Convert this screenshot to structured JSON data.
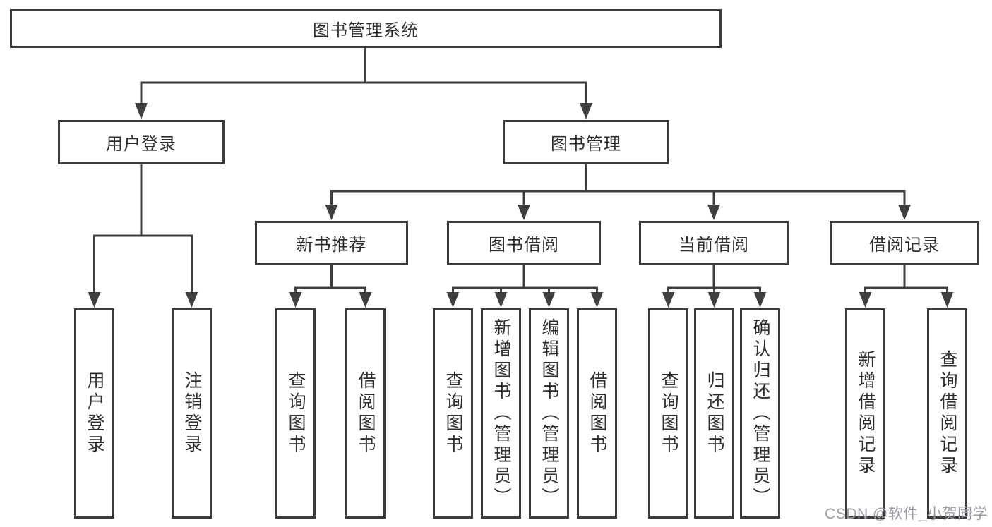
{
  "tree": {
    "root": "图书管理系统",
    "children": [
      {
        "label": "用户登录",
        "leaves": [
          "用户登录",
          "注销登录"
        ]
      },
      {
        "label": "图书管理",
        "children": [
          {
            "label": "新书推荐",
            "leaves": [
              "查询图书",
              "借阅图书"
            ]
          },
          {
            "label": "图书借阅",
            "leaves": [
              "查询图书",
              "新增图书（管理员）",
              "编辑图书（管理员）",
              "借阅图书"
            ]
          },
          {
            "label": "当前借阅",
            "leaves": [
              "查询图书",
              "归还图书",
              "确认归还（管理员）"
            ]
          },
          {
            "label": "借阅记录",
            "leaves": [
              "新增借阅记录",
              "查询借阅记录"
            ]
          }
        ]
      }
    ]
  },
  "watermark": {
    "text": "CSDN @软件_小贺同学"
  },
  "colors": {
    "box_border": "#3b3b3b",
    "connector_line": "#3f3f3f",
    "text": "#2e2e2e",
    "watermark": "#9c9ca4",
    "background": "#ffffff"
  }
}
